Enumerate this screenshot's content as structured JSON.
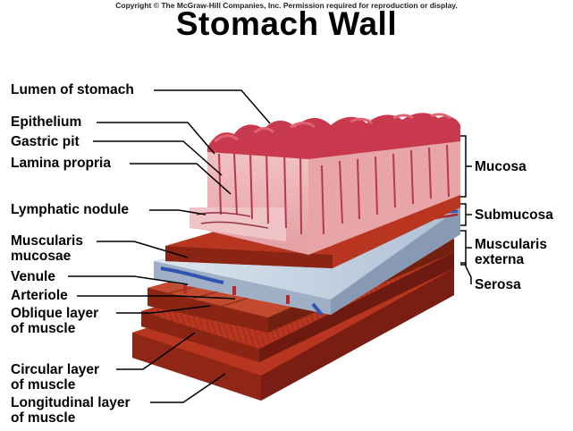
{
  "header": {
    "copyright": "Copyright © The McGraw-Hill Companies, Inc. Permission required for reproduction or display.",
    "title": "Stomach Wall"
  },
  "labels_left": {
    "lumen": "Lumen of stomach",
    "epithelium": "Epithelium",
    "gastric_pit": "Gastric pit",
    "lamina_propria": "Lamina propria",
    "lymphatic_nodule": "Lymphatic nodule",
    "muscularis_mucosae": "Muscularis\nmucosae",
    "venule": "Venule",
    "arteriole": "Arteriole",
    "oblique": "Oblique layer\nof muscle",
    "circular": "Circular layer\nof muscle",
    "longitudinal": "Longitudinal layer\nof muscle"
  },
  "labels_right": {
    "mucosa": "Mucosa",
    "submucosa": "Submucosa",
    "muscularis_externa": "Muscularis\nexterna",
    "serosa": "Serosa"
  },
  "colors": {
    "mucosa": "#e8a5a8",
    "fold_surface": "#c9394d",
    "submucosa": "#c9d6e4",
    "vein": "#2f55b0",
    "artery": "#b3282c",
    "muscle": "#b8361f",
    "muscle_dark": "#7a1d12"
  }
}
